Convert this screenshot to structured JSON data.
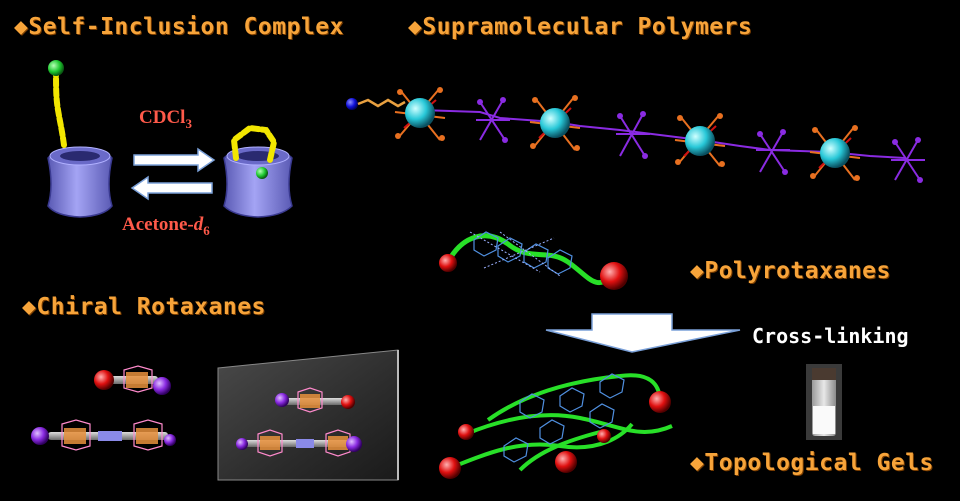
{
  "headings": {
    "self_inclusion": "◆Self-Inclusion Complex",
    "supramolecular": "◆Supramolecular Polymers",
    "polyrotaxanes": "◆Polyrotaxanes",
    "chiral_rotaxanes": "◆Chiral Rotaxanes",
    "topological_gels": "◆Topological Gels"
  },
  "labels": {
    "solvent_top_prefix": "CDCl",
    "solvent_top_sub": "3",
    "solvent_bottom_prefix": "Acetone-",
    "solvent_bottom_italic": "d",
    "solvent_bottom_sub": "6",
    "crosslinking": "Cross-linking"
  },
  "colors": {
    "heading": "#f7a43a",
    "solvent_label": "#ff5a4a",
    "cyclodextrin": "#8c8ce6",
    "axle_yellow": "#f2e600",
    "stopper_green": "#28d23c",
    "stopper_red": "#e01010",
    "stopper_purple": "#8a2be2",
    "stopper_blue": "#1010d8",
    "host_cyan": "#28c8d8"
  }
}
